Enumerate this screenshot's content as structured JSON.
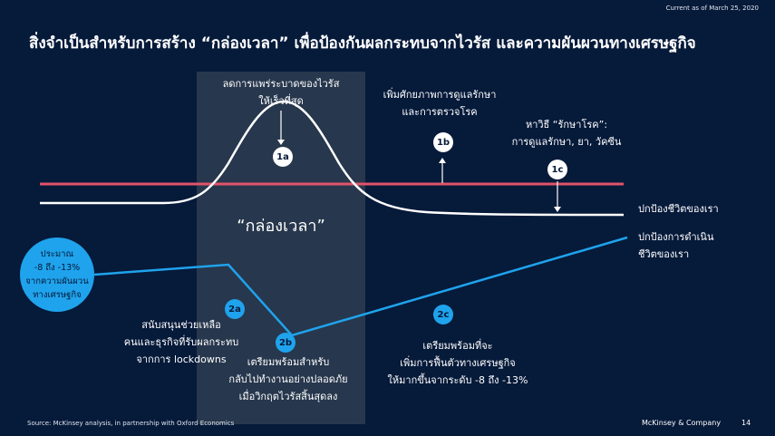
{
  "header": {
    "date_note": "Current as of March 25, 2020",
    "title": "สิ่งจำเป็นสำหรับการสร้าง “กล่องเวลา” เพื่อป้องกันผลกระทบจากไวรัส และความผันผวนทางเศรษฐกิจ"
  },
  "diagram": {
    "band_label": "“กล่องเวลา”",
    "label_1a": [
      "ลดการแพร่ระบาดของไวรัส",
      "ให้เร็วที่สุด"
    ],
    "badge_1a": "1a",
    "label_1b": [
      "เพิ่มศักยภาพการดูแลรักษา",
      "และการตรวจโรค"
    ],
    "badge_1b": "1b",
    "label_1c": [
      "หาวิธี “รักษาโรค”:",
      "การดูแลรักษา, ยา, วัคซีน"
    ],
    "badge_1c": "1c",
    "label_protect_lives": "ปกป้องชีวิตของเรา",
    "label_protect_livelihoods": [
      "ปกป้องการดำเนิน",
      "ชีวิตของเรา"
    ],
    "econ_circle": [
      "ประมาณ",
      "-8 ถึง -13%",
      "จากความผันผวน",
      "ทางเศรษฐกิจ"
    ],
    "badge_2a": "2a",
    "label_2a": [
      "สนับสนุนช่วยเหลือ",
      "คนและธุรกิจที่รับผลกระทบ",
      "จากการ lockdowns"
    ],
    "badge_2b": "2b",
    "label_2b": [
      "เตรียมพร้อมสำหรับ",
      "กลับไปทำงานอย่างปลอดภัย",
      "เมื่อวิกฤตไวรัสสิ้นสุดลง"
    ],
    "badge_2c": "2c",
    "label_2c": [
      "เตรียมพร้อมที่จะ",
      "เพิ่มการฟื้นตัวทางเศรษฐกิจ",
      "ให้มากขึ้นจากระดับ -8 ถึง -13%"
    ],
    "colors": {
      "background": "#061a3a",
      "time_box": "#27374d",
      "capacity_line": "#e0536a",
      "virus_curve": "#ffffff",
      "economy_line": "#1fa3ec"
    }
  },
  "footer": {
    "source": "Source: McKinsey analysis, in partnership with Oxford Economics",
    "brand": "McKinsey & Company",
    "page_number": "14"
  }
}
